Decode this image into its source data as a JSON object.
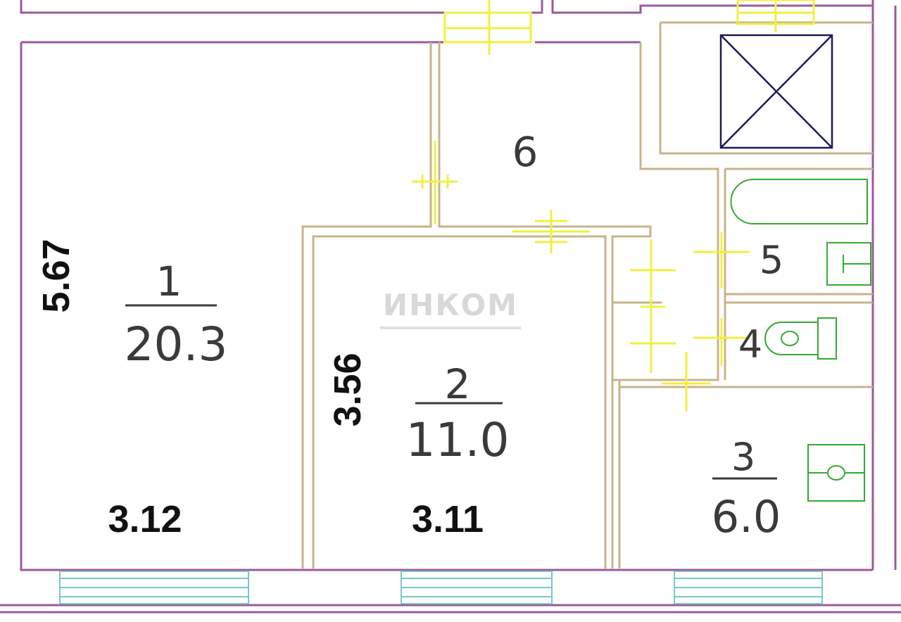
{
  "colors": {
    "outer_wall": "#9a5a9a",
    "inner_wall": "#c8b48a",
    "door": "#f0f040",
    "window": "#78c8c8",
    "fixture": "#33aa33",
    "shaft": "#1a1a5a"
  },
  "rooms": [
    {
      "number": "1",
      "area": "20.3"
    },
    {
      "number": "2",
      "area": "11.0"
    },
    {
      "number": "3",
      "area": "6.0"
    },
    {
      "number": "4"
    },
    {
      "number": "5"
    },
    {
      "number": "6"
    }
  ],
  "dimensions": {
    "room1_height": "5.67",
    "room1_width": "3.12",
    "room2_height": "3.56",
    "room2_width": "3.11"
  },
  "watermark": "ИНКОМ",
  "icons": [
    "ventilation-shaft-icon",
    "bathtub-icon",
    "sink-icon",
    "toilet-icon",
    "kitchen-stove-icon"
  ]
}
